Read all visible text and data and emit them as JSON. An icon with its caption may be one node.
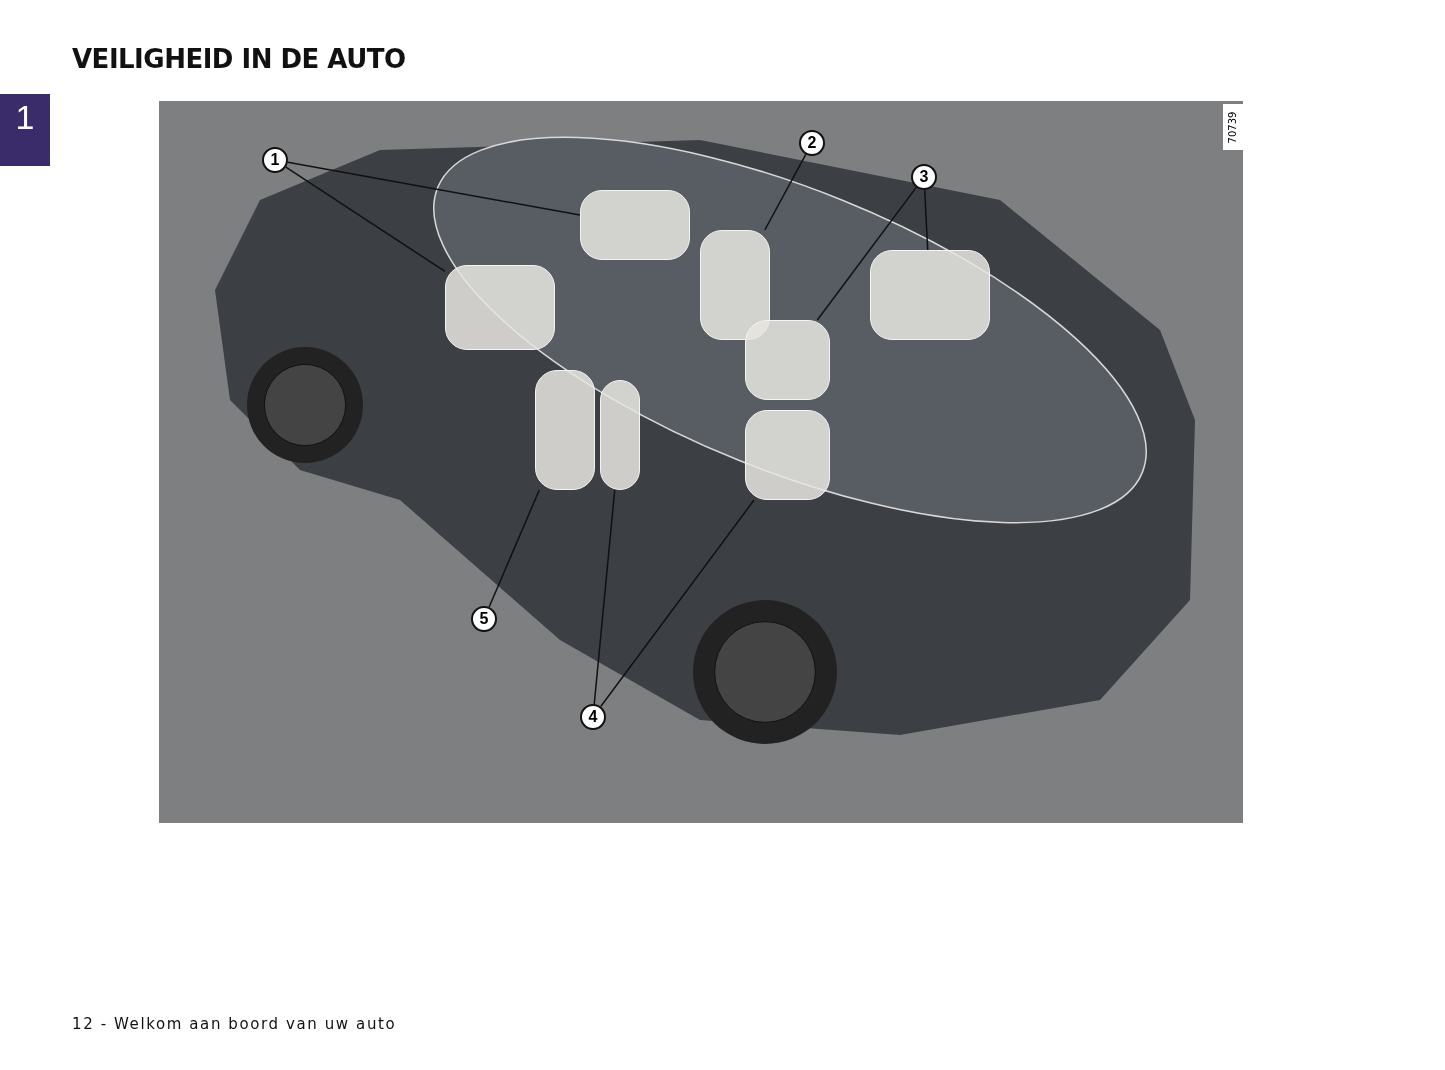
{
  "diagram": {
    "title": "VEILIGHEID IN DE AUTO",
    "nodes": [
      {
        "text": [
          "1"
        ]
      },
      {
        "text": [
          "2"
        ]
      },
      {
        "text": [
          "3"
        ]
      },
      {
        "text": [
          "4"
        ]
      },
      {
        "text": [
          "5"
        ]
      },
      {
        "text": [],
        "shape": "box"
      },
      {
        "text": [],
        "shape": "box"
      },
      {
        "text": [],
        "shape": "box"
      },
      {
        "text": [],
        "shape": "box"
      },
      {
        "text": [],
        "shape": "box"
      },
      {
        "text": [],
        "shape": "box"
      },
      {
        "text": [],
        "shape": "box"
      },
      {
        "text": [],
        "shape": "box"
      }
    ],
    "edges": [
      {
        "from": 0,
        "to": 5,
        "arrow": "none"
      },
      {
        "from": 0,
        "to": 6,
        "arrow": "none"
      },
      {
        "from": 1,
        "to": 7,
        "arrow": "none"
      },
      {
        "from": 2,
        "to": 8,
        "arrow": "none"
      },
      {
        "from": 2,
        "to": 9,
        "arrow": "none"
      },
      {
        "from": 3,
        "to": 10,
        "arrow": "none"
      },
      {
        "from": 3,
        "to": 11,
        "arrow": "none"
      },
      {
        "from": 4,
        "to": 12,
        "arrow": "none"
      }
    ],
    "labels": [
      "1",
      "70739",
      "12 - Welkom aan boord van uw auto"
    ]
  }
}
